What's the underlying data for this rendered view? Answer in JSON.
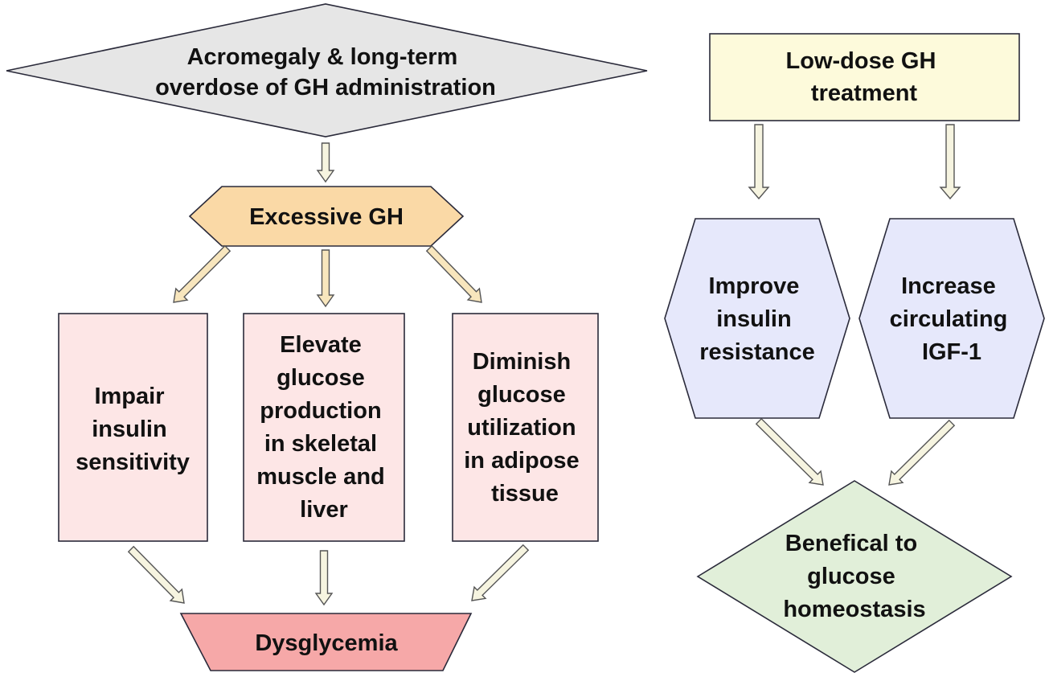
{
  "diagram": {
    "colors": {
      "gray_fill": "#e6e6e6",
      "orange_fill": "#fad9a6",
      "pink_fill": "#fde6e6",
      "red_fill": "#f6a8a8",
      "yellow_fill": "#fdfadb",
      "lavender_fill": "#e6e8fb",
      "green_fill": "#e1efd9",
      "arrow_fill": "#f6f4e0",
      "arrow_fill_orange": "#f8e6bd",
      "text": "#111111"
    },
    "left": {
      "top": {
        "lines": [
          "Acromegaly & long-term",
          "overdose of GH administration"
        ]
      },
      "excess": {
        "lines": [
          "Excessive GH"
        ]
      },
      "effects": [
        {
          "lines": [
            "Impair",
            "insulin",
            "sensitivity"
          ]
        },
        {
          "lines": [
            "Elevate",
            "glucose",
            "production",
            "in skeletal",
            "muscle and",
            "liver"
          ]
        },
        {
          "lines": [
            "Diminish",
            "glucose",
            "utilization",
            "in adipose",
            "tissue"
          ]
        }
      ],
      "outcome": {
        "lines": [
          "Dysglycemia"
        ]
      }
    },
    "right": {
      "top": {
        "lines": [
          "Low-dose GH",
          "treatment"
        ]
      },
      "effects": [
        {
          "lines": [
            "Improve",
            "insulin",
            "resistance"
          ]
        },
        {
          "lines": [
            "Increase",
            "circulating",
            "IGF-1"
          ]
        }
      ],
      "outcome": {
        "lines": [
          "Benefical to",
          "glucose",
          "homeostasis"
        ]
      }
    }
  }
}
